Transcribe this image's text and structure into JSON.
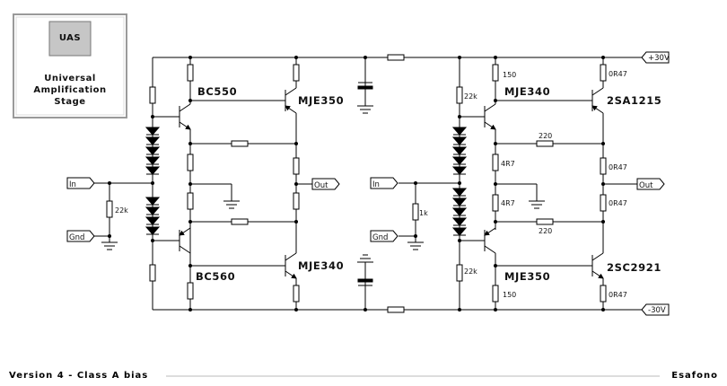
{
  "logo": {
    "badge": "UAS",
    "line1": "Universal",
    "line2": "Amplification",
    "line3": "Stage"
  },
  "left_circuit": {
    "labels": {
      "q_top_small": "BC550",
      "q_top_driver": "MJE350",
      "q_bot_small": "BC560",
      "q_bot_driver": "MJE340",
      "r_in": "22k"
    },
    "ports": {
      "in": "In",
      "gnd": "Gnd",
      "out": "Out"
    }
  },
  "right_circuit": {
    "labels": {
      "q_top_small": "MJE340",
      "q_top_power": "2SA1215",
      "q_bot_small": "MJE350",
      "q_bot_power": "2SC2921",
      "r_bias_top": "22k",
      "r_bias_bot": "22k",
      "r_in": "1k",
      "r_150_top": "150",
      "r_150_bot": "150",
      "r_220_top": "220",
      "r_220_bot": "220",
      "r_4r7_top": "4R7",
      "r_4r7_bot": "4R7",
      "r_0r47_a": "0R47",
      "r_0r47_b": "0R47",
      "r_0r47_c": "0R47",
      "r_0r47_d": "0R47"
    },
    "ports": {
      "in": "In",
      "gnd": "Gnd",
      "out": "Out",
      "vpos": "+30V",
      "vneg": "-30V"
    }
  },
  "footer": {
    "version": "Version 4 - Class A bias",
    "author": "Esafono"
  }
}
